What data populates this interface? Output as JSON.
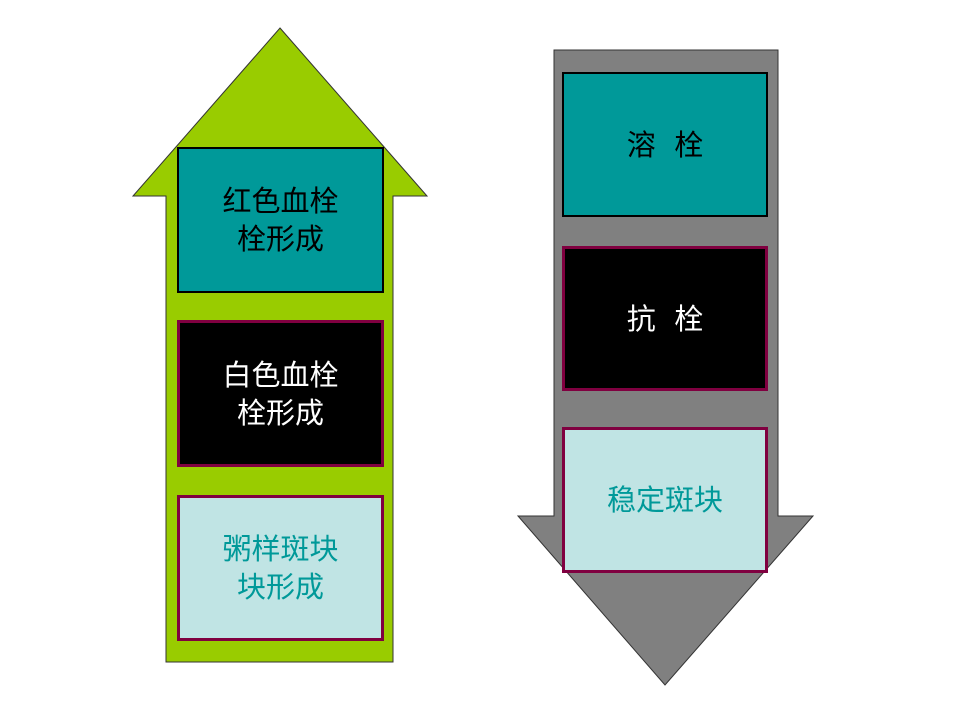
{
  "left_arrow": {
    "direction": "up",
    "color": "#99CC00",
    "outline": "#333333",
    "boxes": [
      {
        "line1": "红色血栓",
        "line2": "栓形成",
        "fill": "#009999",
        "border": "#000000",
        "text_color": "#000000"
      },
      {
        "line1": "白色血栓",
        "line2": "栓形成",
        "fill": "#000000",
        "border": "#800040",
        "text_color": "#FFFFFF"
      },
      {
        "line1": "粥样斑块",
        "line2": "块形成",
        "fill": "#C0E4E4",
        "border": "#800040",
        "text_color": "#009999"
      }
    ]
  },
  "right_arrow": {
    "direction": "down",
    "color": "#808080",
    "outline": "#333333",
    "boxes": [
      {
        "label": "溶  栓",
        "fill": "#009999",
        "border": "#000000",
        "text_color": "#000000"
      },
      {
        "label": "抗  栓",
        "fill": "#000000",
        "border": "#800040",
        "text_color": "#FFFFFF"
      },
      {
        "label": "稳定斑块",
        "fill": "#C0E4E4",
        "border": "#800040",
        "text_color": "#009999"
      }
    ]
  }
}
